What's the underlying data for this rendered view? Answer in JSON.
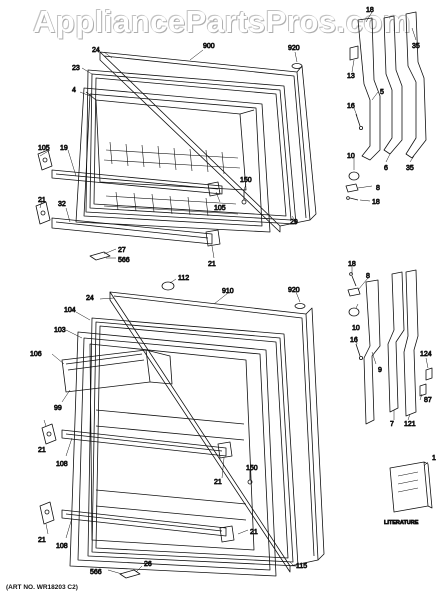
{
  "watermark": "AppliancePartsPros.com",
  "art_no": "(ART NO. WR18203 C2)",
  "literature_label": "LITERATURE",
  "callouts": {
    "c900": "900",
    "c920a": "920",
    "c24a": "24",
    "c23": "23",
    "c4": "4",
    "c105a": "105",
    "c19": "19",
    "c21a": "21",
    "c32": "32",
    "c27": "27",
    "c566a": "566",
    "c21b": "21",
    "c105b": "105",
    "c150a": "150",
    "c29": "29",
    "c18a": "18",
    "c35a": "35",
    "c13": "13",
    "c5": "5",
    "c16a": "16",
    "c10a": "10",
    "c8a": "8",
    "c6": "6",
    "c35b": "35",
    "c18b": "18",
    "c112": "112",
    "c910": "910",
    "c920b": "920",
    "c24b": "24",
    "c104": "104",
    "c103": "103",
    "c106": "106",
    "c99": "99",
    "c21c": "21",
    "c108a": "108",
    "c21d": "21",
    "c150b": "150",
    "c21e": "21",
    "c108b": "108",
    "c21f": "21",
    "c566b": "566",
    "c26": "26",
    "c115": "115",
    "c18c": "18",
    "c8b": "8",
    "c10b": "10",
    "c16b": "16",
    "c9": "9",
    "c7": "7",
    "c121": "121",
    "c124": "124",
    "c87": "87",
    "c1": "1"
  }
}
